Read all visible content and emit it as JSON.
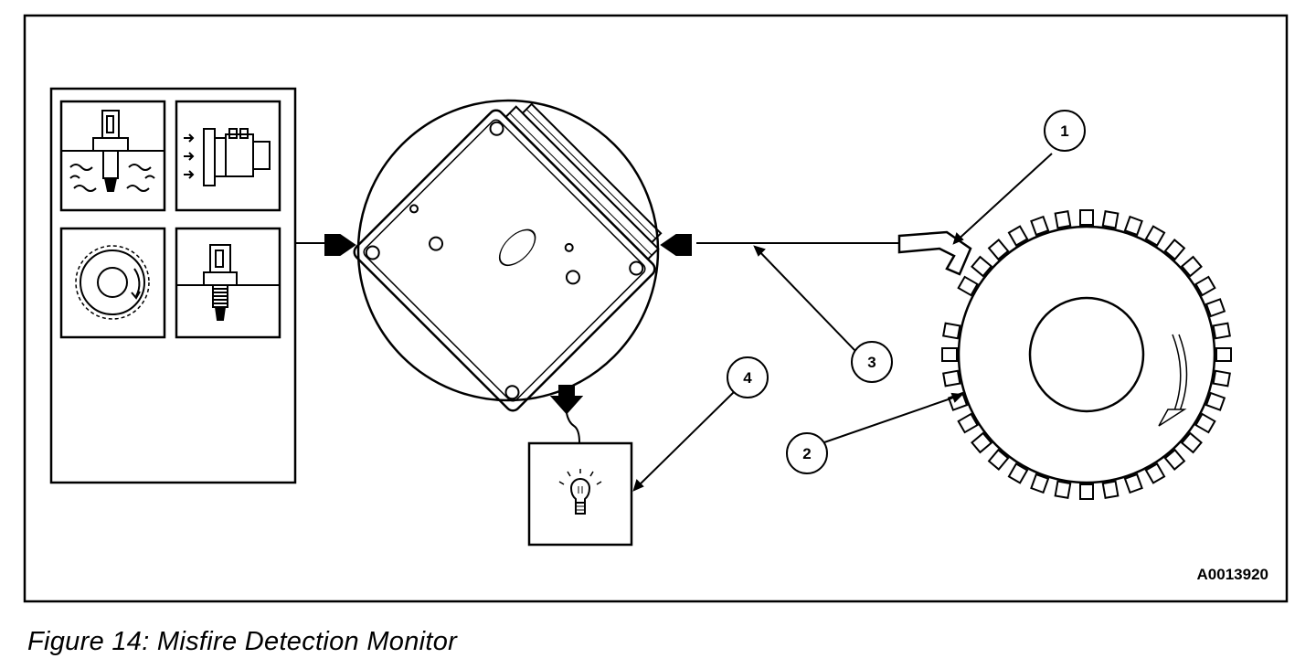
{
  "figure": {
    "reference_code": "A0013920",
    "caption": "Figure 14: Misfire Detection Monitor"
  },
  "callouts": {
    "sensor": "1",
    "pulse_wheel": "2",
    "signal_wire": "3",
    "indicator_lamp": "4"
  },
  "colors": {
    "ink": "#000000",
    "background": "#ffffff"
  }
}
